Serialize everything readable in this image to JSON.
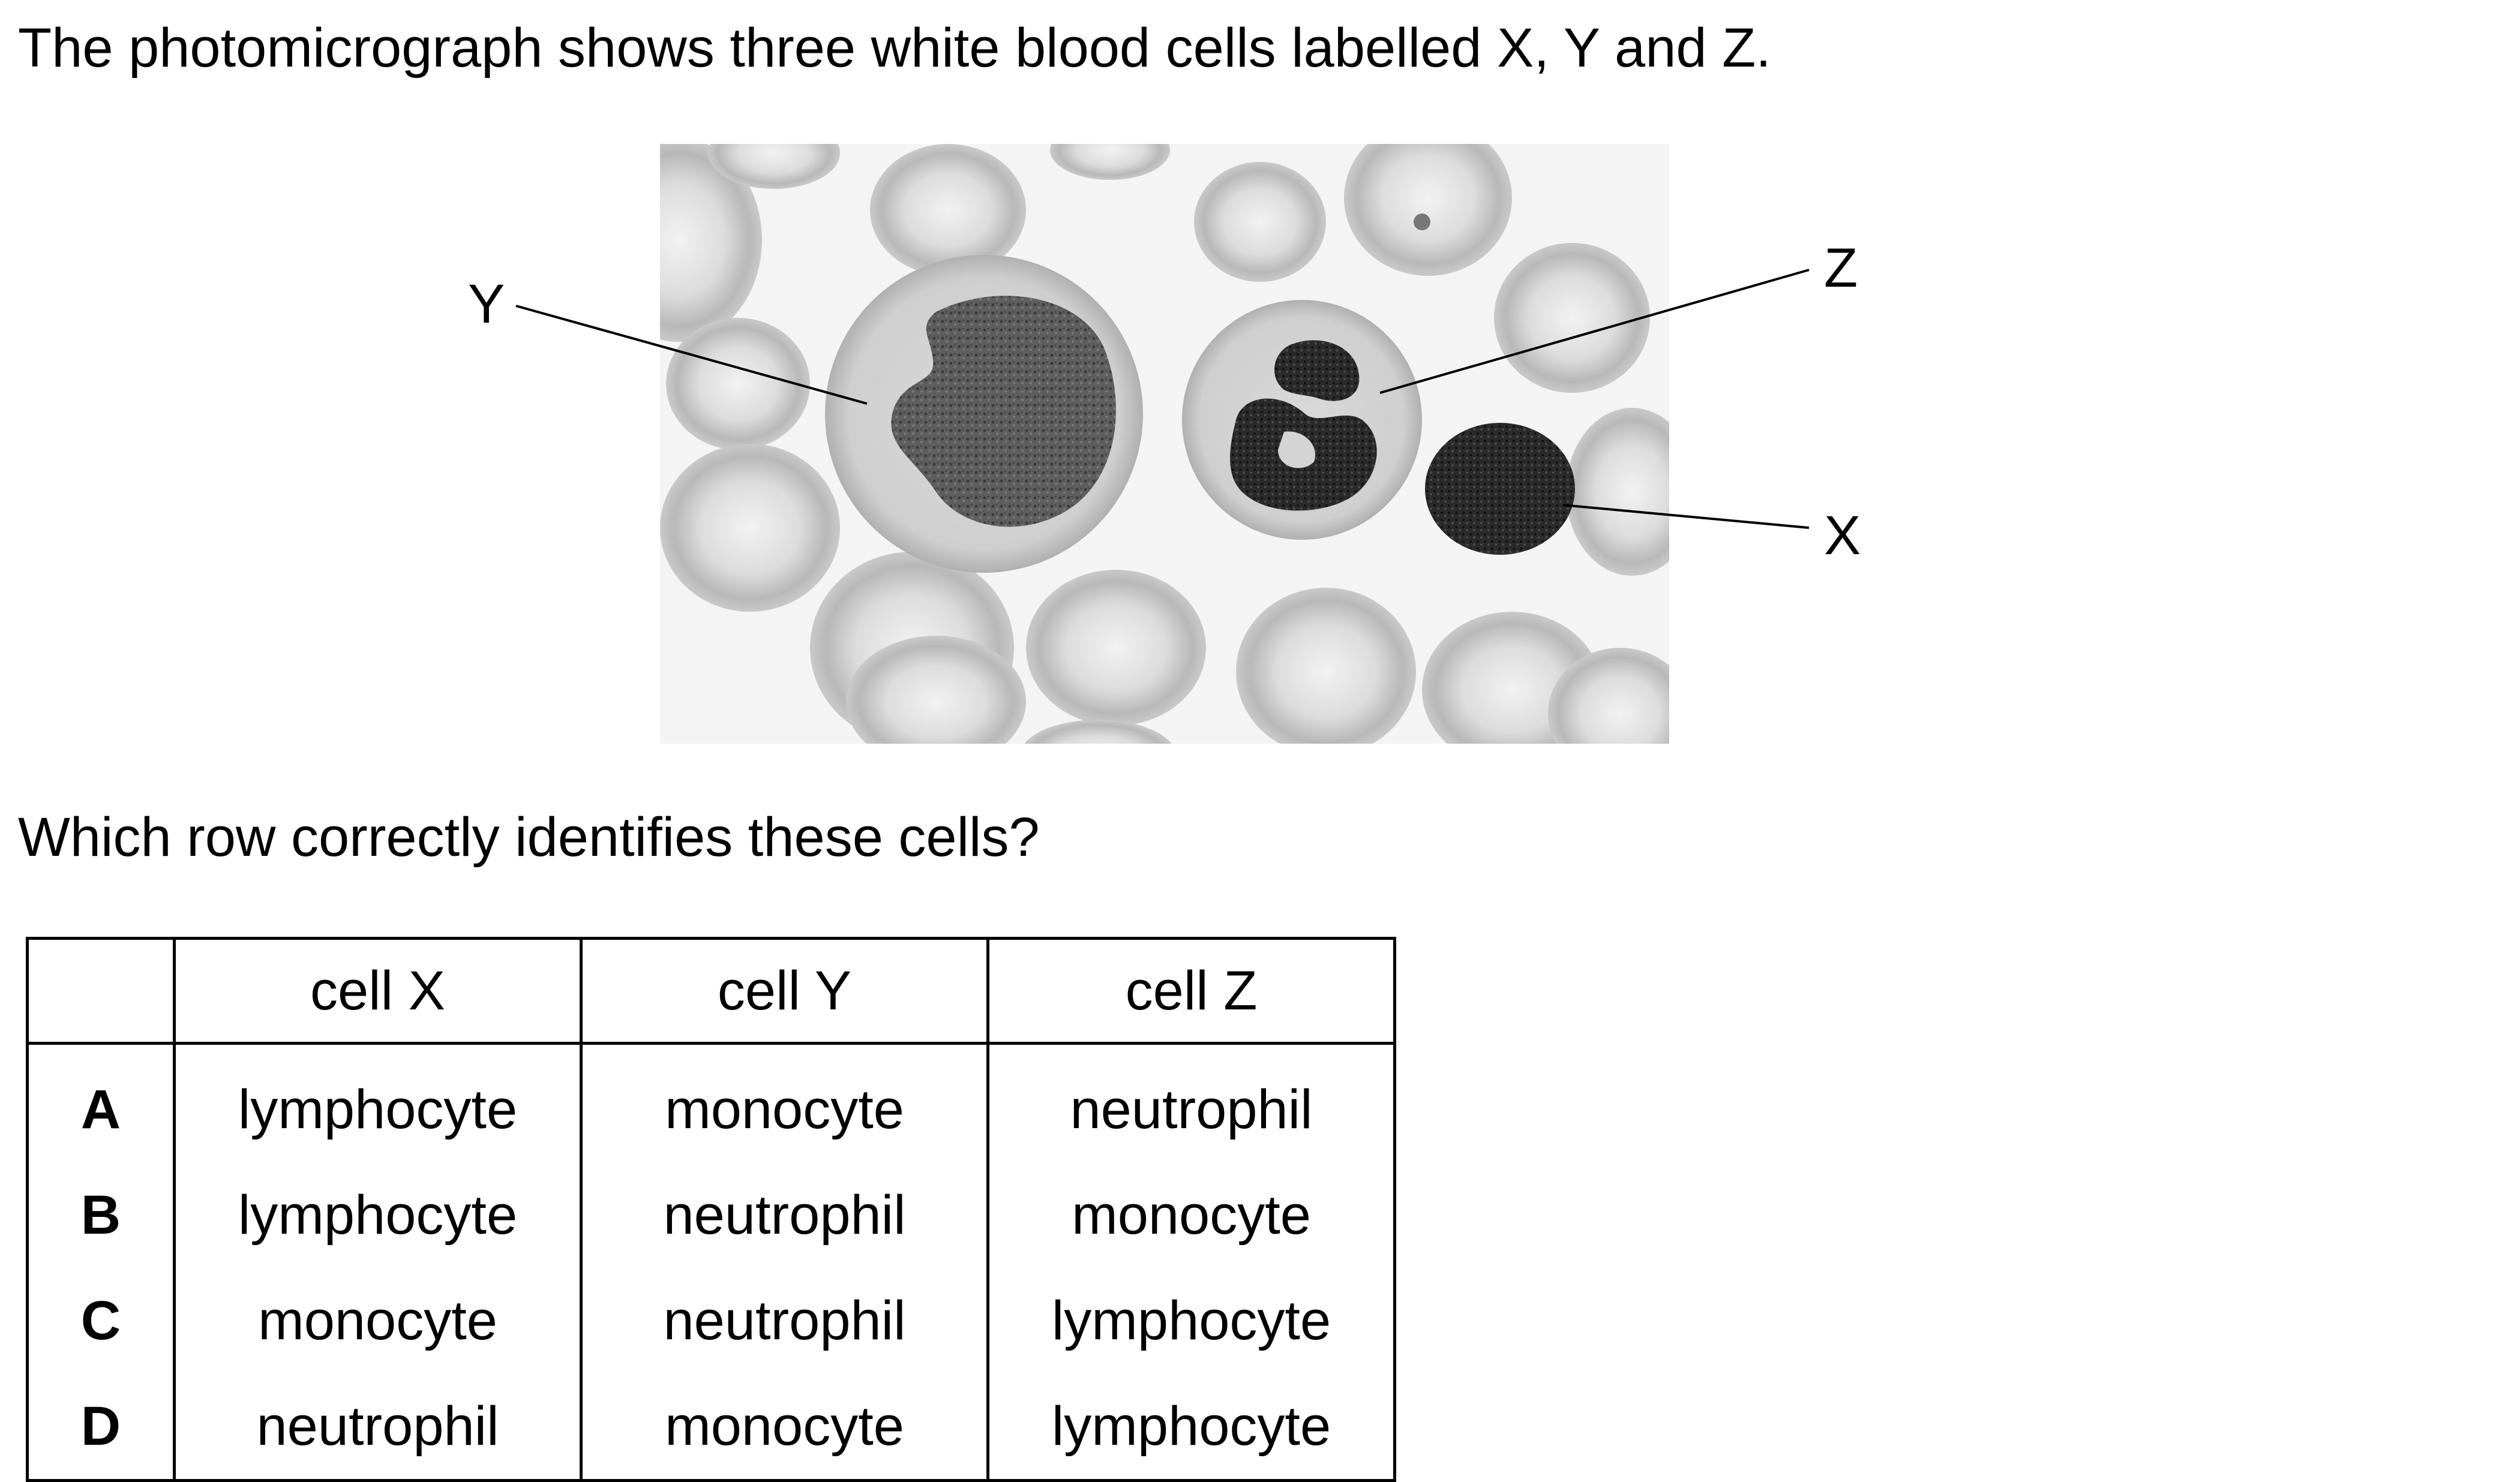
{
  "intro": "The photomicrograph shows three white blood cells labelled X, Y and Z.",
  "figure": {
    "labels": {
      "x": "X",
      "y": "Y",
      "z": "Z"
    }
  },
  "question": "Which row correctly identifies these cells?",
  "table": {
    "headers": [
      "",
      "cell X",
      "cell Y",
      "cell Z"
    ],
    "rows": [
      {
        "key": "A",
        "cells": [
          "lymphocyte",
          "monocyte",
          "neutrophil"
        ]
      },
      {
        "key": "B",
        "cells": [
          "lymphocyte",
          "neutrophil",
          "monocyte"
        ]
      },
      {
        "key": "C",
        "cells": [
          "monocyte",
          "neutrophil",
          "lymphocyte"
        ]
      },
      {
        "key": "D",
        "cells": [
          "neutrophil",
          "monocyte",
          "lymphocyte"
        ]
      }
    ]
  }
}
